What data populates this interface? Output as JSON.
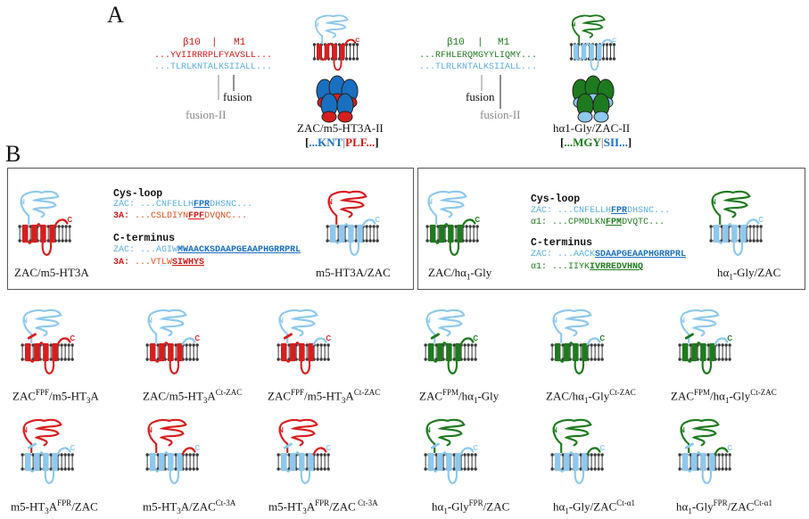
{
  "panels": {
    "a": {
      "label": "A",
      "left": {
        "beta_label": "β10",
        "m_label": "M1",
        "seq_top": "...YVIIRRRPLFYAVSLL...",
        "seq_bottom": "...TLRLKNTALKSIIALL...",
        "fusion": "fusion",
        "fusion2": "fusion-II",
        "name": "ZAC/m5-HT3A-II",
        "junction": [
          "[",
          "...KNT",
          "|",
          "PLF...",
          "]"
        ]
      },
      "right": {
        "beta_label": "β10",
        "m_label": "M1",
        "seq_top": "...RFHLERQMGYYLIQMY...",
        "seq_bottom": "...TLRLKNTALKSIIALL...",
        "fusion": "fusion",
        "fusion2": "fusion-II",
        "name": "hα1-Gly/ZAC-II",
        "junction": [
          "[",
          "...MGY",
          "|",
          "SII...",
          "]"
        ]
      }
    },
    "b": {
      "label": "B",
      "box1": {
        "left_name": "ZAC/m5-HT3A",
        "right_name": "m5-HT3A/ZAC",
        "cys_header": "Cys-loop",
        "cys_zac_label": "ZAC:",
        "cys_zac_pre": "...CNFELLH",
        "cys_zac_hl": "FPR",
        "cys_zac_post": "DHSNC...",
        "cys_3a_label": "3A:",
        "cys_3a_pre": "...CSLDIYN",
        "cys_3a_hl": "FPF",
        "cys_3a_post": "DVQNC...",
        "ct_header": "C-terminus",
        "ct_zac_label": "ZAC:",
        "ct_zac_pre": "...AGIW",
        "ct_zac_hl": "MWAACKSDAAPGEAAPHGRRPRL",
        "ct_3a_label": "3A:",
        "ct_3a_pre": "...VTLW",
        "ct_3a_hl": "SIWHYS"
      },
      "box2": {
        "left_name": "ZAC/hα1-Gly",
        "right_name": "hα1-Gly/ZAC",
        "cys_header": "Cys-loop",
        "cys_zac_label": "ZAC:",
        "cys_zac_pre": "...CNFELLH",
        "cys_zac_hl": "FPR",
        "cys_zac_post": "DHSNC...",
        "cys_a1_label": "α1:",
        "cys_a1_pre": "...CPMDLKN",
        "cys_a1_hl": "FPM",
        "cys_a1_post": "DVQTC...",
        "ct_header": "C-terminus",
        "ct_zac_label": "ZAC:",
        "ct_zac_pre": "...AACK",
        "ct_zac_hl": "SDAAPGEAAPHGRRPRL",
        "ct_a1_label": "α1:",
        "ct_a1_pre": "...IIYK",
        "ct_a1_hl": "IVRREDVHNQ"
      },
      "row1": [
        "ZACFPF/m5-HT3A",
        "ZAC/m5-HT3ACt-ZAC",
        "ZACFPF/m5-HT3ACt-ZAC",
        "ZACFPM/hα1-Gly",
        "ZAC/hα1-GlyCt-ZAC",
        "ZACFPM/hα1-GlyCt-ZAC"
      ],
      "row2": [
        "m5-HT3AFPR/ZAC",
        "m5-HT3A/ZACCt-3A",
        "m5-HT3AFPR/ZAC Ct-3A",
        "hα1-GlyFPR/ZAC",
        "hα1-Gly/ZACCt-α1",
        "hα1-GlyFPR/ZACCt-α1"
      ]
    }
  },
  "colors": {
    "zac": "#8ec8ee",
    "ht3a": "#d71e1e",
    "gly": "#1e7a1e",
    "membrane": "#3a3a3a",
    "box": "#555555"
  }
}
